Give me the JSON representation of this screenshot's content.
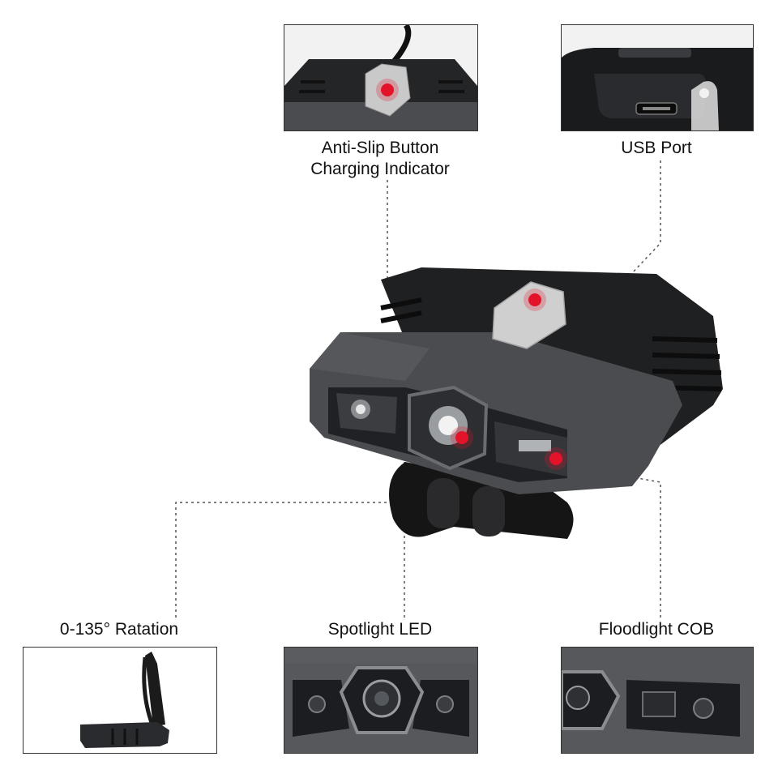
{
  "callouts": {
    "anti_slip_line1": "Anti-Slip Button",
    "anti_slip_line2": "Charging Indicator",
    "usb_port": "USB Port",
    "rotation": "0-135° Ratation",
    "spotlight": "Spotlight LED",
    "floodlight": "Floodlight COB"
  },
  "colors": {
    "background": "#ffffff",
    "housing_dark": "#1f2022",
    "housing_grey": "#4a4c50",
    "indicator_red": "#e3142a",
    "leader_line": "#555555"
  }
}
